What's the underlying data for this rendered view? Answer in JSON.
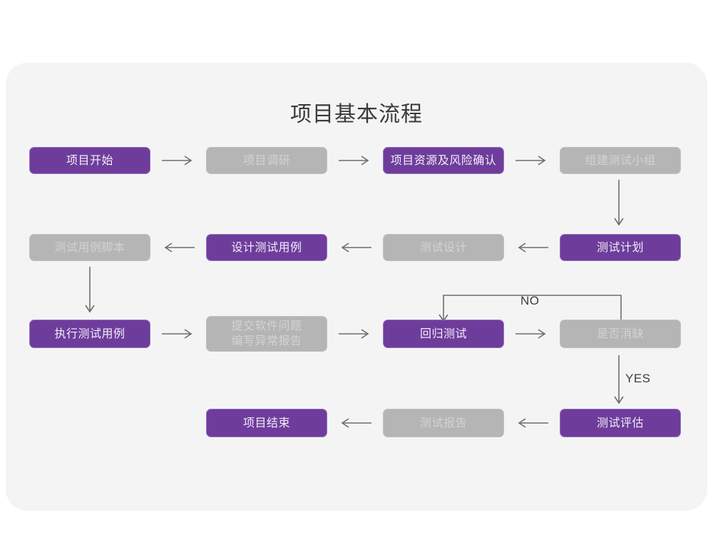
{
  "card": {
    "background_color": "#f4f4f5",
    "page_background_color": "#ffffff"
  },
  "title": "项目基本流程",
  "colors": {
    "purple": "#6e3d9c",
    "purple_border": "#9a72bd",
    "purple_text": "#f3eef8",
    "gray": "#b5b5b5",
    "gray_border": "#c0c0c0",
    "gray_text": "#d3d3d3",
    "connector": "#6d6d6d",
    "title_text": "#3a3a3a"
  },
  "chart_data": {
    "type": "diagram",
    "title": "项目基本流程",
    "nodes": [
      {
        "id": "n1",
        "label": "项目开始",
        "style": "purple",
        "row": 1,
        "col": 1
      },
      {
        "id": "n2",
        "label": "项目调研",
        "style": "gray",
        "row": 1,
        "col": 2
      },
      {
        "id": "n3",
        "label": "项目资源及风险确认",
        "style": "purple",
        "row": 1,
        "col": 3
      },
      {
        "id": "n4",
        "label": "组建测试小组",
        "style": "gray",
        "row": 1,
        "col": 4
      },
      {
        "id": "n5",
        "label": "测试用例脚本",
        "style": "gray",
        "row": 2,
        "col": 1
      },
      {
        "id": "n6",
        "label": "设计测试用例",
        "style": "purple",
        "row": 2,
        "col": 2
      },
      {
        "id": "n7",
        "label": "测试设计",
        "style": "gray",
        "row": 2,
        "col": 3
      },
      {
        "id": "n8",
        "label": "测试计划",
        "style": "purple",
        "row": 2,
        "col": 4
      },
      {
        "id": "n9",
        "label": "执行测试用例",
        "style": "purple",
        "row": 3,
        "col": 1
      },
      {
        "id": "n10",
        "label": "提交软件问题\n编写异常报告",
        "style": "gray",
        "row": 3,
        "col": 2
      },
      {
        "id": "n11",
        "label": "回归测试",
        "style": "purple",
        "row": 3,
        "col": 3
      },
      {
        "id": "n12",
        "label": "是否消缺",
        "style": "gray",
        "row": 3,
        "col": 4
      },
      {
        "id": "n13",
        "label": "项目结束",
        "style": "purple",
        "row": 4,
        "col": 2
      },
      {
        "id": "n14",
        "label": "测试报告",
        "style": "gray",
        "row": 4,
        "col": 3
      },
      {
        "id": "n15",
        "label": "测试评估",
        "style": "purple",
        "row": 4,
        "col": 4
      }
    ],
    "edges": [
      {
        "from": "n1",
        "to": "n2",
        "direction": "right",
        "label": ""
      },
      {
        "from": "n2",
        "to": "n3",
        "direction": "right",
        "label": ""
      },
      {
        "from": "n3",
        "to": "n4",
        "direction": "right",
        "label": ""
      },
      {
        "from": "n4",
        "to": "n8",
        "direction": "down",
        "label": ""
      },
      {
        "from": "n8",
        "to": "n7",
        "direction": "left",
        "label": ""
      },
      {
        "from": "n7",
        "to": "n6",
        "direction": "left",
        "label": ""
      },
      {
        "from": "n6",
        "to": "n5",
        "direction": "left",
        "label": ""
      },
      {
        "from": "n5",
        "to": "n9",
        "direction": "down",
        "label": ""
      },
      {
        "from": "n9",
        "to": "n10",
        "direction": "right",
        "label": ""
      },
      {
        "from": "n10",
        "to": "n11",
        "direction": "right",
        "label": ""
      },
      {
        "from": "n11",
        "to": "n12",
        "direction": "right",
        "label": ""
      },
      {
        "from": "n12",
        "to": "n11",
        "direction": "loop-up-left-down",
        "label": "NO"
      },
      {
        "from": "n12",
        "to": "n15",
        "direction": "down",
        "label": "YES"
      },
      {
        "from": "n15",
        "to": "n14",
        "direction": "left",
        "label": ""
      },
      {
        "from": "n14",
        "to": "n13",
        "direction": "left",
        "label": ""
      }
    ],
    "edge_labels": {
      "no": "NO",
      "yes": "YES"
    }
  }
}
